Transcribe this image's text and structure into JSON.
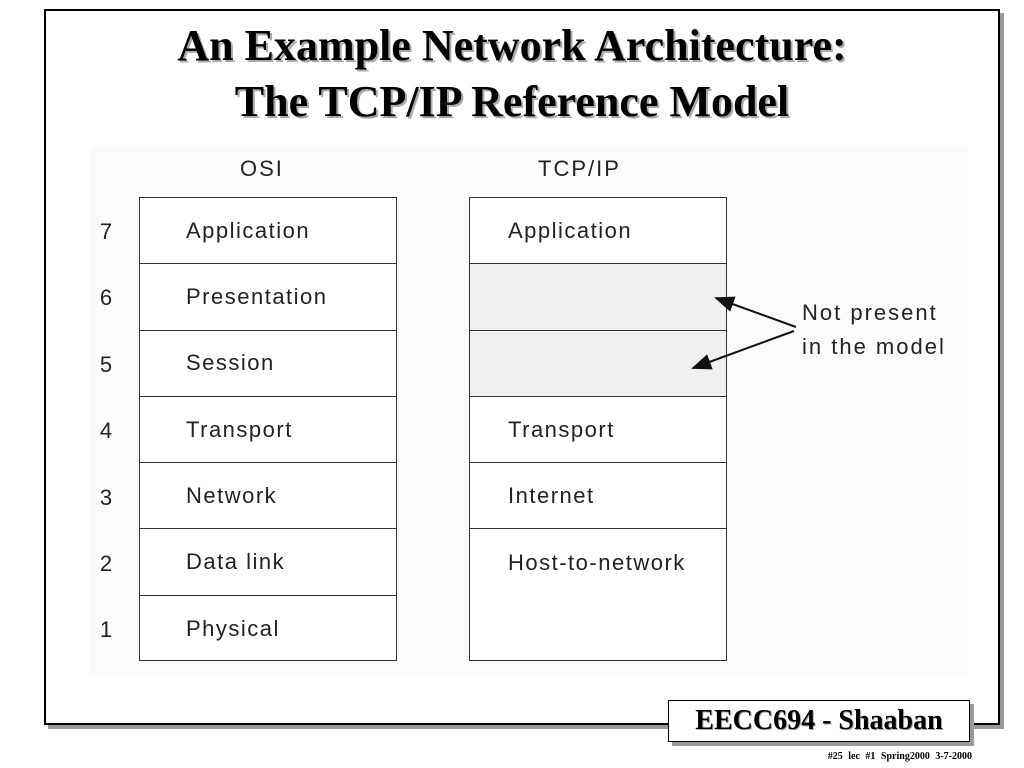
{
  "slide": {
    "title_line1": "An Example Network Architecture:",
    "title_line2": "The TCP/IP Reference Model",
    "badge": "EECC694 - Shaaban",
    "footer": "#25  lec #1   Spring2000   3-7-2000"
  },
  "diagram": {
    "osi_header": "OSI",
    "tcp_header": "TCP/IP",
    "layer_numbers": [
      "7",
      "6",
      "5",
      "4",
      "3",
      "2",
      "1"
    ],
    "osi_layers": [
      "Application",
      "Presentation",
      "Session",
      "Transport",
      "Network",
      "Data link",
      "Physical"
    ],
    "tcp_layers": [
      "Application",
      "",
      "",
      "Transport",
      "Internet",
      "Host-to-network",
      ""
    ],
    "note_line1": "Not present",
    "note_line2": "in the model"
  }
}
